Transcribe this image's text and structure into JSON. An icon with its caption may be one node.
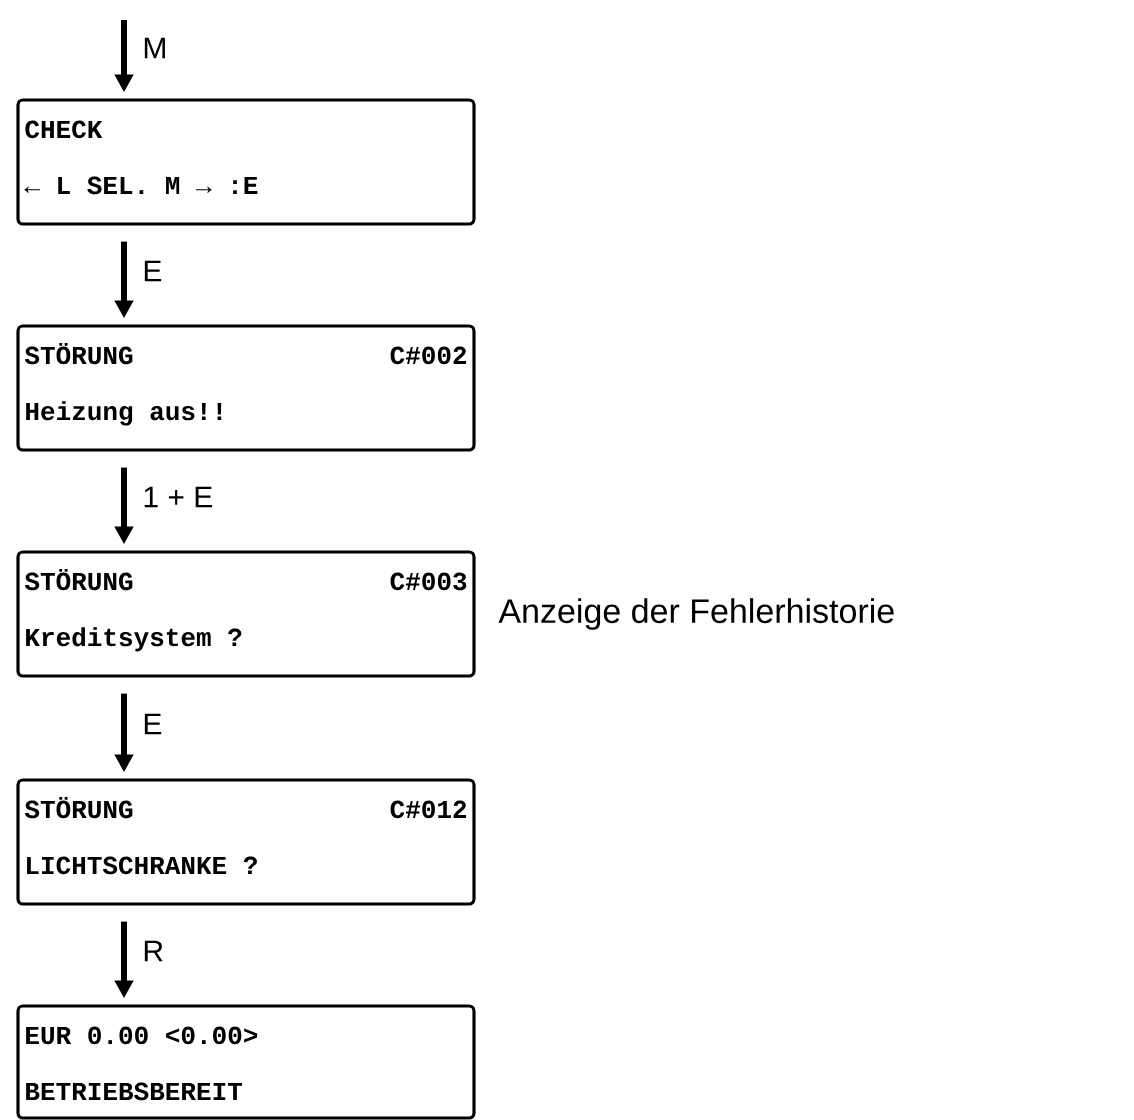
{
  "diagram": {
    "nodes": [
      {
        "text": [
          "CHECK",
          "← L SEL. M → :E"
        ]
      },
      {
        "text": [
          "STÖRUNG",
          "C#002",
          "Heizung aus!!"
        ]
      },
      {
        "text": [
          "STÖRUNG",
          "C#003",
          "Kreditsystem ?"
        ],
        "beside": [
          "Anzeige der Fehlerhistorie"
        ]
      },
      {
        "text": [
          "STÖRUNG",
          "C#012",
          "LICHTSCHRANKE ?"
        ]
      },
      {
        "text": [
          "EUR 0.00 <0.00>",
          "BETRIEBSBEREIT"
        ]
      }
    ],
    "edges": [
      {
        "from": null,
        "to": 0,
        "arrow": "to",
        "label": "M"
      },
      {
        "from": 0,
        "to": 1,
        "arrow": "to",
        "label": "E"
      },
      {
        "from": 1,
        "to": 2,
        "arrow": "to",
        "label": "1 + E"
      },
      {
        "from": 2,
        "to": 3,
        "arrow": "to",
        "label": "E"
      },
      {
        "from": 3,
        "to": 4,
        "arrow": "to",
        "label": "R"
      }
    ]
  }
}
